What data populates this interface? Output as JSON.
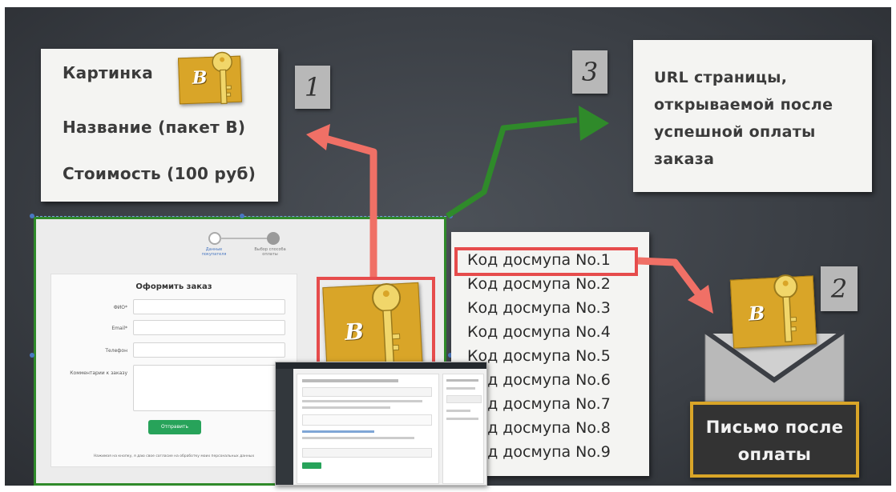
{
  "product_card": {
    "line1": "Картинка",
    "line2": "Название (пакет В)",
    "line3": "Стоимость (100 руб)",
    "sticky_letter": "B"
  },
  "markers": {
    "one": "1",
    "two": "2",
    "three": "3"
  },
  "url_card": {
    "text": "URL страницы, открываемой после успешной оплаты заказа"
  },
  "form": {
    "step1": "Данные покупателя",
    "step2": "Выбор способа оплаты",
    "title": "Оформить заказ",
    "fio_label": "ФИО*",
    "email_label": "Email*",
    "phone_label": "Телефон",
    "comment_label": "Комментарии к заказу",
    "submit_label": "Отправить",
    "footer": "Нажимая на кнопку, я даю свое согласие на обработку моих персональных данных"
  },
  "product_sticky": {
    "letter": "B"
  },
  "codes": [
    "Код досмупа No.1",
    "Код досмупа No.2",
    "Код досмупа No.3",
    "Код досмупа No.4",
    "Код досмупа No.5",
    "Код досмупа No.6",
    "Код досмупа No.7",
    "Код досмупа No.8",
    "Код досмупа No.9"
  ],
  "envelope": {
    "letter": "B"
  },
  "email_card": {
    "line1": "Письмо после",
    "line2": "оплаты"
  },
  "colors": {
    "board": "#3d4147",
    "arrow_red": "#f07066",
    "arrow_green": "#2f8a2a",
    "sticky_gold": "#d9a528",
    "email_card_bg": "#333333",
    "submit_green": "#27a35a"
  }
}
